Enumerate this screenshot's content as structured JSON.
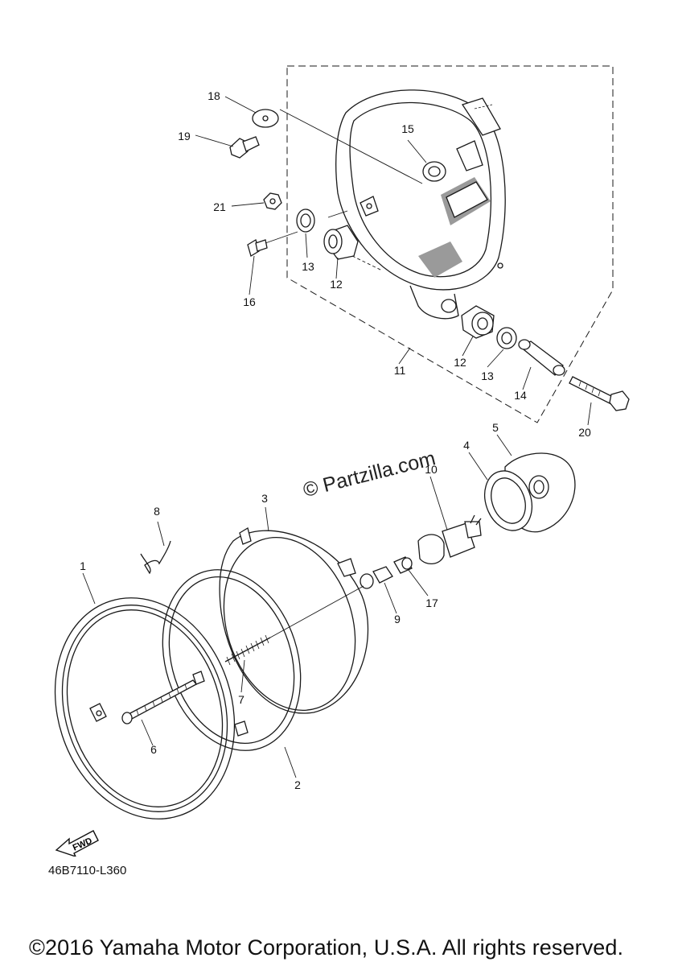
{
  "diagram_code": "46B7110-L360",
  "copyright": "©2016 Yamaha Motor Corporation, U.S.A. All rights reserved.",
  "watermark": "© Partzilla.com",
  "direction_badge": "FWD",
  "direction_icon": "fwd-arrow-icon",
  "callouts": {
    "p1": "1",
    "p2": "2",
    "p3": "3",
    "p4": "4",
    "p5": "5",
    "p6": "6",
    "p7": "7",
    "p8": "8",
    "p9": "9",
    "p10": "10",
    "p11": "11",
    "p12a": "12",
    "p12b": "12",
    "p13a": "13",
    "p13b": "13",
    "p14": "14",
    "p15": "15",
    "p16": "16",
    "p17": "17",
    "p18": "18",
    "p19": "19",
    "p20": "20",
    "p21": "21"
  }
}
